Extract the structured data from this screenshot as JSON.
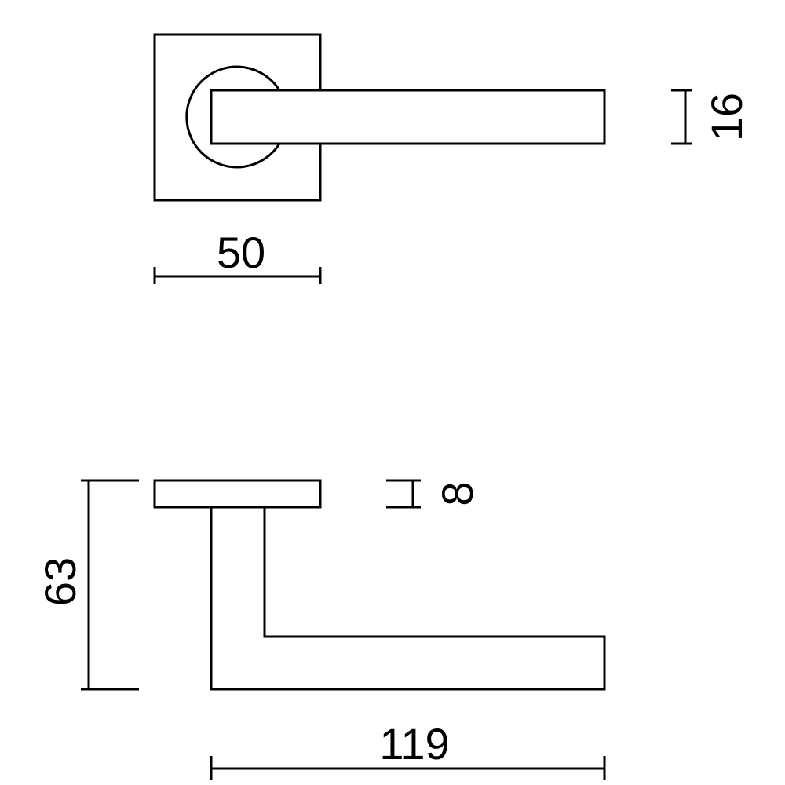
{
  "drawing": {
    "top_view": {
      "rose_width_label": "50",
      "lever_thickness_label": "16"
    },
    "side_view": {
      "rose_thickness_label": "8",
      "overall_height_label": "63",
      "lever_length_label": "119"
    },
    "colors": {
      "line": "#000000",
      "background": "#ffffff"
    }
  }
}
